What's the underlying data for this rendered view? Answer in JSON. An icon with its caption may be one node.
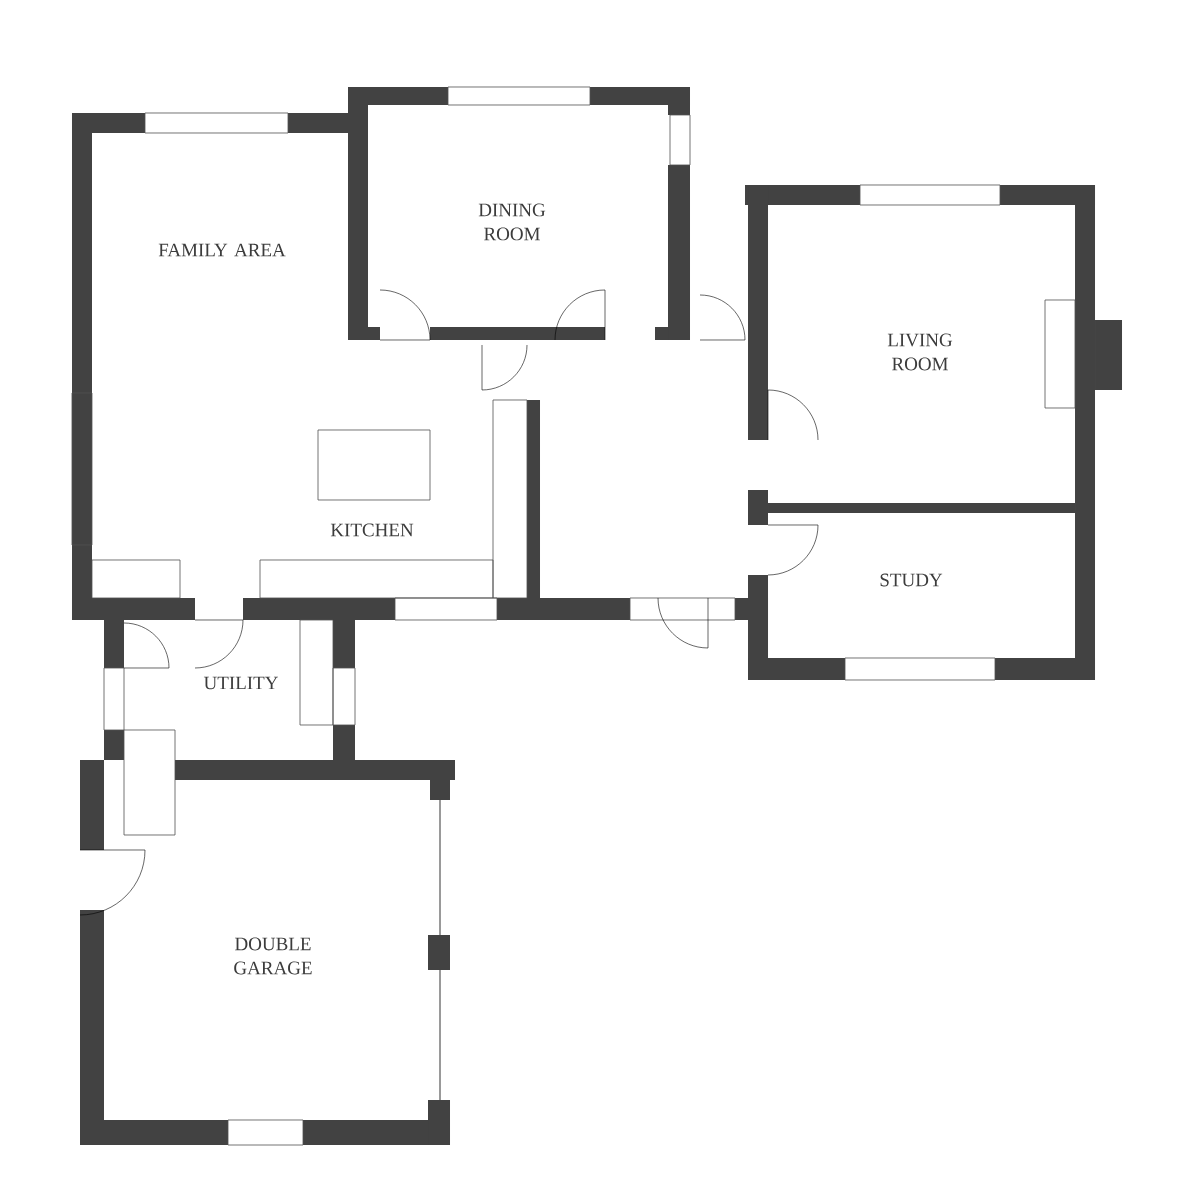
{
  "diagram": {
    "labels": [
      "DINING ROOM",
      "FAMILY AREA",
      "LIVING ROOM",
      "KITCHEN",
      "STUDY",
      "UTILITY",
      "DOUBLE GARAGE"
    ]
  }
}
